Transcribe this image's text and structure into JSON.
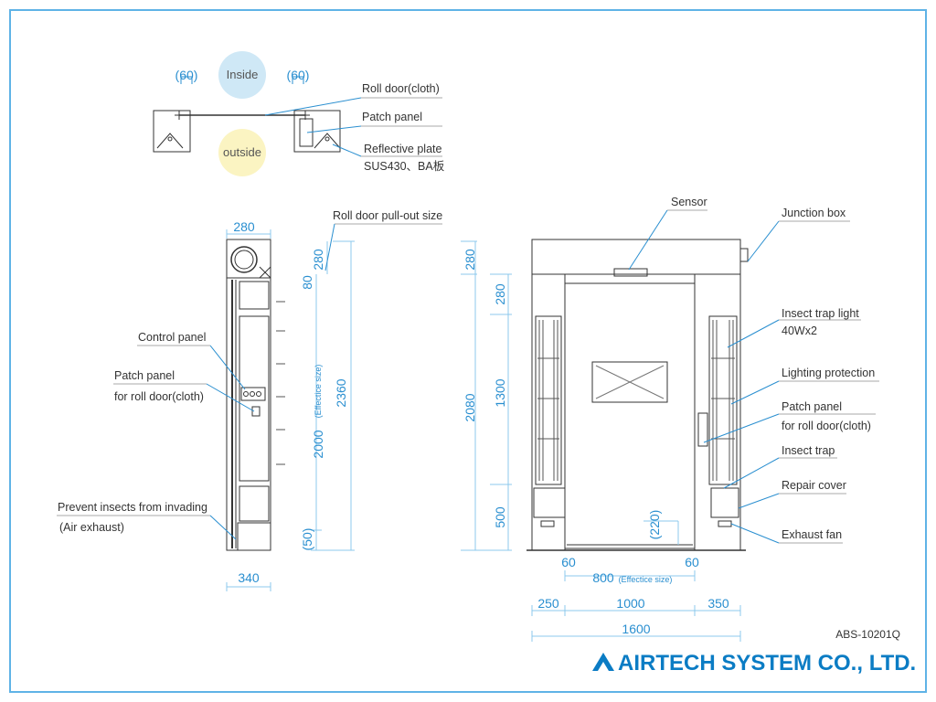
{
  "plan_view": {
    "inside_label": "Inside",
    "outside_label": "outside",
    "left_gap": "(60)",
    "right_gap": "(60)",
    "callouts": {
      "roll_door": "Roll door(cloth)",
      "patch_panel": "Patch panel",
      "reflective_plate_1": "Reflective plate",
      "reflective_plate_2": "SUS430、BA板"
    },
    "colors": {
      "inside": "#cfe8f6",
      "outside": "#fbf4c2"
    }
  },
  "side_view": {
    "top_width": "280",
    "bottom_width": "340",
    "dims": {
      "d280": "280",
      "d80": "80",
      "d2000": "2000",
      "d2000_note": "(Effectice size)",
      "d2360": "2360",
      "d50": "(50)"
    },
    "callouts": {
      "pullout": "Roll door pull-out size",
      "control_panel": "Control panel",
      "patch_panel_1": "Patch panel",
      "patch_panel_2": "for roll door(cloth)",
      "prevent_1": "Prevent insects from invading",
      "prevent_2": "(Air exhaust)"
    }
  },
  "front_view": {
    "dims": {
      "v280a": "280",
      "v280b": "280",
      "v2080": "2080",
      "v1300": "1300",
      "v500": "500",
      "v220": "(220)",
      "h60a": "60",
      "h60b": "60",
      "h800": "800",
      "h800_note": "(Effectice size)",
      "h250": "250",
      "h1000": "1000",
      "h350": "350",
      "h1600": "1600"
    },
    "callouts": {
      "sensor": "Sensor",
      "junction_box": "Junction box",
      "insect_light_1": "Insect trap light",
      "insect_light_2": "40Wx2",
      "lighting_protection": "Lighting protection",
      "patch_panel_1": "Patch panel",
      "patch_panel_2": "for roll door(cloth)",
      "insect_trap": "Insect trap",
      "repair_cover": "Repair cover",
      "exhaust_fan": "Exhaust fan"
    }
  },
  "footer": {
    "doc_code": "ABS-10201Q",
    "company": "AIRTECH SYSTEM CO., LTD.",
    "logo_icon": "airtech-logo-icon",
    "brand_color": "#0b7cc4"
  },
  "colors": {
    "frame": "#5fb3e6",
    "dimension": "#2a8fd0",
    "line": "#333333"
  }
}
